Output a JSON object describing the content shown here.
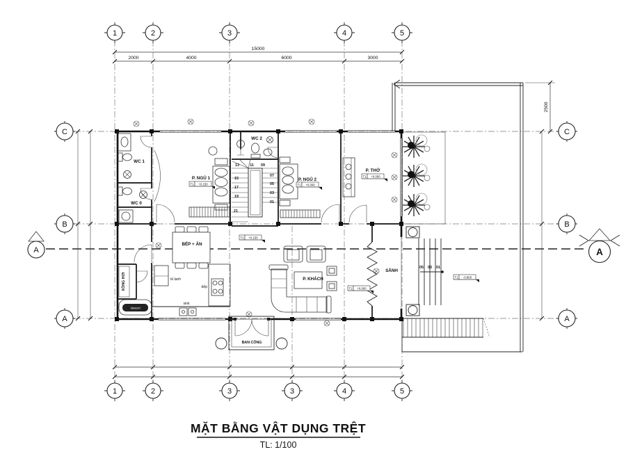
{
  "drawing": {
    "title": "MẶT BẰNG VẬT DỤNG TRỆT",
    "scale": "TL: 1/100"
  },
  "grid": {
    "top": [
      "1",
      "2",
      "3",
      "4",
      "5"
    ],
    "bottom": [
      "1",
      "2",
      "3",
      "3",
      "4",
      "5"
    ],
    "left": [
      "C",
      "B",
      "A"
    ],
    "right": [
      "C",
      "B",
      "A"
    ],
    "section_label": "A"
  },
  "dimensions": {
    "total": "15000",
    "segments": [
      "2000",
      "4000",
      "6000",
      "3000"
    ],
    "right_side": "2500"
  },
  "rooms": {
    "wc1": "WC 1",
    "wc0": "WC 0",
    "wc2": "WC 2",
    "bedroom1": "P. NGỦ 1",
    "bedroom2": "P. NGỦ 2",
    "worship": "P. THỜ",
    "kitchen_dining": "BẾP + ĂN",
    "living": "P. KHÁCH",
    "hall": "SẢNH",
    "balcony": "BAN CÔNG",
    "sauna": "XÔNG HƠI",
    "jacuzzi": "Jacuzzi"
  },
  "fixtures": {
    "fridge": "tủ lạnh",
    "stove": "bếp",
    "sink": "sink"
  },
  "levels": {
    "bedroom1": {
      "tag": "T1",
      "value": "+0.150"
    },
    "bedroom2": {
      "tag": "T1",
      "value": "+0.000"
    },
    "worship": {
      "tag": "T1",
      "value": "+0.000"
    },
    "kitchen": {
      "tag": "T1",
      "value": "+0.150"
    },
    "living": {
      "tag": "T1",
      "value": "+0.000"
    },
    "yard": {
      "tag": "T1",
      "value": "-0.800"
    }
  },
  "stairs": {
    "main_numbers": [
      "13",
      "11",
      "09",
      "07",
      "15",
      "05",
      "17",
      "03",
      "19",
      "01",
      "21"
    ],
    "entry_steps": [
      "05",
      "03",
      "01"
    ]
  }
}
